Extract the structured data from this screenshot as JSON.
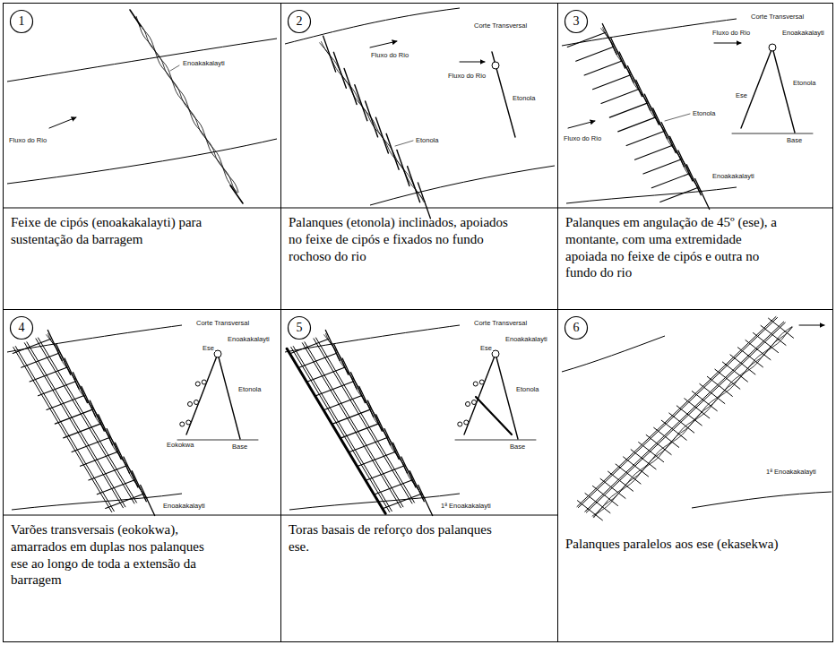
{
  "diagram": {
    "nodes": [
      {
        "text": [
          "Feixe de cipós (enoakakalayti) para sustentação da barragem"
        ]
      },
      {
        "text": [
          "1"
        ],
        "in": 0
      },
      {
        "text": [
          "Palanques (etonola) inclinados, apoiados no feixe de cipós e fixados no fundo rochoso do rio"
        ]
      },
      {
        "text": [
          "2"
        ],
        "in": 2
      },
      {
        "text": [
          "Palanques em angulação de 45º (ese), a montante, com uma extremidade apoiada no feixe de cipós e outra no fundo do rio"
        ]
      },
      {
        "text": [
          "3"
        ],
        "in": 4
      },
      {
        "text": [
          "Varões transversais (eokokwa), amarrados em duplas nos palanques ese ao longo de toda a extensão da barragem"
        ]
      },
      {
        "text": [
          "4"
        ],
        "in": 6
      },
      {
        "text": [
          "Toras basais de reforço dos palanques ese."
        ]
      },
      {
        "text": [
          "5"
        ],
        "in": 8
      },
      {
        "text": [
          "Palanques paralelos aos ese (ekasekwa)"
        ]
      },
      {
        "text": [
          "6"
        ],
        "in": 10
      }
    ],
    "labels": [
      "Enoakakalayti",
      "Fluxo do Rio",
      "Fluxo do Rio",
      "Etonola",
      "Corte Transversal",
      "Fluxo do Rio",
      "Etonola",
      "Corte Transversal",
      "Enoakakalayti",
      "Fluxo do Rio",
      "Etonola",
      "Ese",
      "Base",
      "Fluxo do Rio",
      "Etonola",
      "Enoakakalayti",
      "Corte Transversal",
      "Ese",
      "Enoakakalayti",
      "Etonola",
      "Eokokwa",
      "Base",
      "Enoakakalayti",
      "Corte Transversal",
      "Ese",
      "Enoakakalayti",
      "Etonola",
      "Base",
      "1ª Enoakakalayti",
      "1ª Enoakakalayti"
    ]
  }
}
